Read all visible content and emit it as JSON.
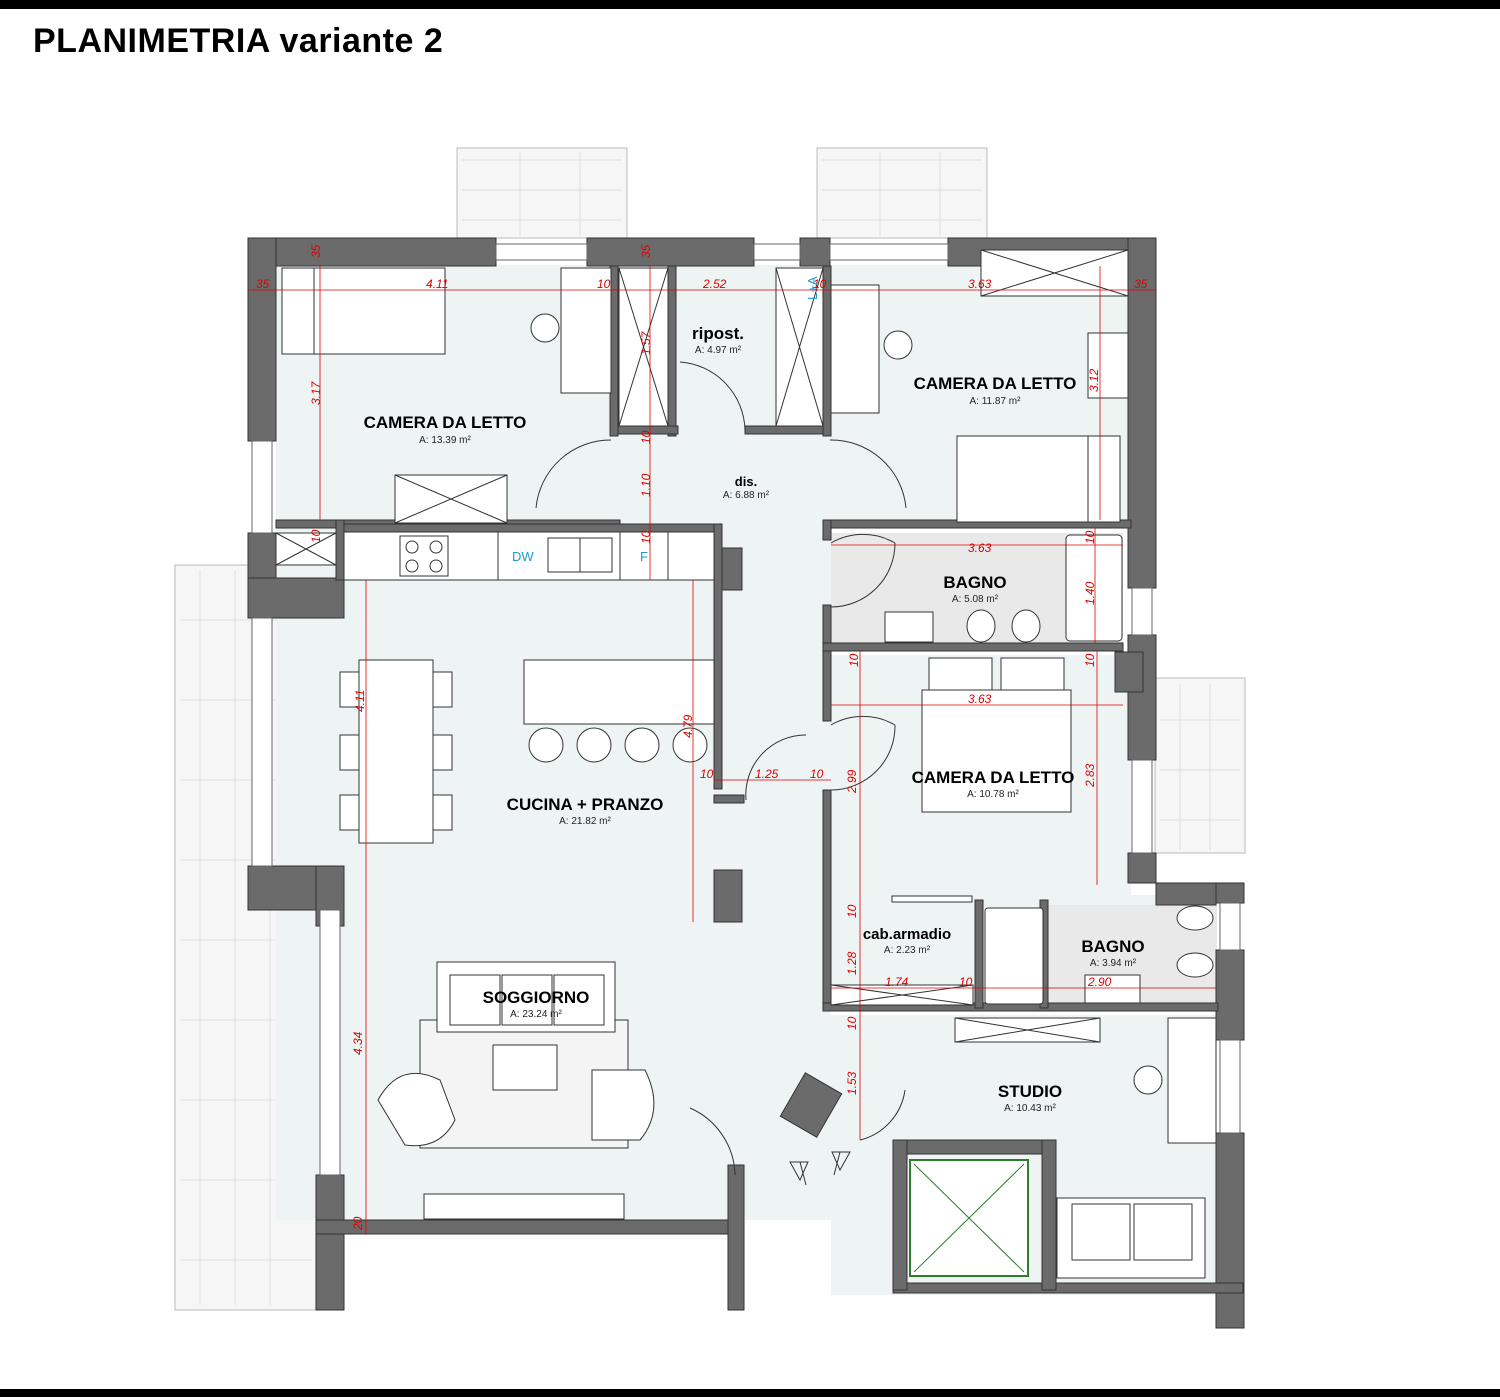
{
  "title": "PLANIMETRIA variante 2",
  "rooms": [
    {
      "name": "CAMERA DA LETTO",
      "area": "A: 13.39 m²"
    },
    {
      "name": "ripost.",
      "area": "A: 4.97 m²"
    },
    {
      "name": "CAMERA DA LETTO",
      "area": "A: 11.87 m²"
    },
    {
      "name": "dis.",
      "area": "A: 6.88 m²"
    },
    {
      "name": "BAGNO",
      "area": "A: 5.08 m²"
    },
    {
      "name": "CAMERA DA LETTO",
      "area": "A: 10.78 m²"
    },
    {
      "name": "CUCINA + PRANZO",
      "area": "A: 21.82 m²"
    },
    {
      "name": "cab.armadio",
      "area": "A: 2.23 m²"
    },
    {
      "name": "BAGNO",
      "area": "A: 3.94 m²"
    },
    {
      "name": "SOGGIORNO",
      "area": "A: 23.24 m²"
    },
    {
      "name": "STUDIO",
      "area": "A: 10.43 m²"
    }
  ],
  "labels": {
    "dw": "DW",
    "f": "F",
    "la": "L+A"
  },
  "dimensions": {
    "d35a": "35",
    "d411a": "4.11",
    "d10a": "10",
    "d252": "2.52",
    "d10b": "10",
    "d363a": "3.63",
    "d35b": "35",
    "d35c": "35",
    "d35d": "35",
    "d317": "3.17",
    "d157": "1.57",
    "d10c": "10",
    "d110": "1.10",
    "d10d": "10",
    "d312": "3.12",
    "d10e": "10",
    "d363b": "3.63",
    "d10f": "10",
    "d140": "1.40",
    "d10g": "10",
    "d10h": "10",
    "d363c": "3.63",
    "d411b": "4.11",
    "d479": "4.79",
    "d10i": "10",
    "d125": "1.25",
    "d10j": "10",
    "d299": "2.99",
    "d283": "2.83",
    "d10k": "10",
    "d128": "1.28",
    "d174": "1.74",
    "d10l": "10",
    "d290": "2.90",
    "d10m": "10",
    "d153": "1.53",
    "d434": "4.34",
    "d20": "20"
  },
  "colors": {
    "wall": "#6b6b6b",
    "floor": "#eef4f4",
    "dimension": "#e00000",
    "appliance_label": "#1a9ad6"
  }
}
